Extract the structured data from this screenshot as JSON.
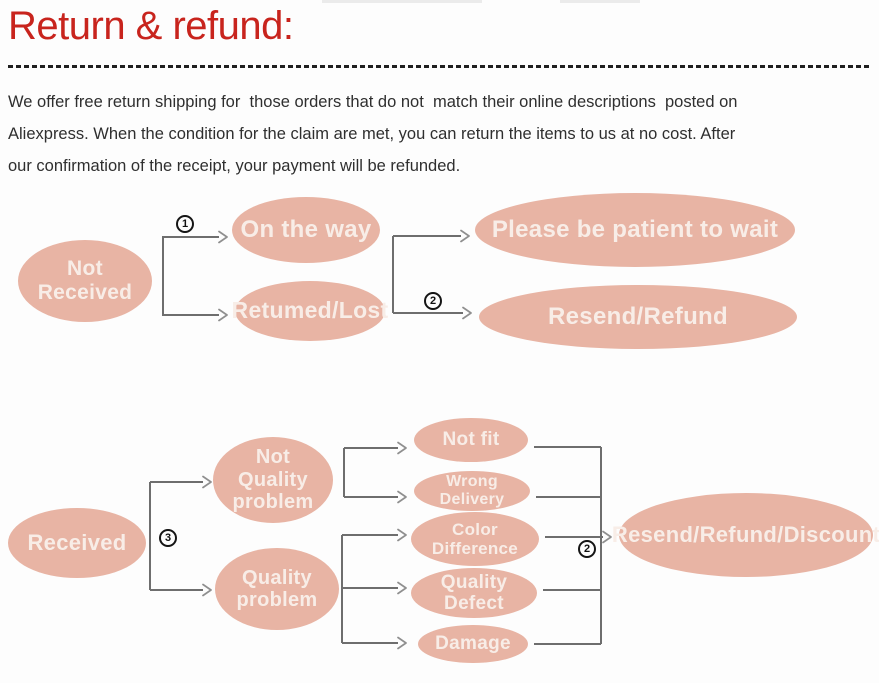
{
  "header": {
    "title": "Return & refund:"
  },
  "intro": {
    "lines": [
      "We offer free return shipping for  those orders that do not  match their online descriptions  posted on",
      "Aliexpress. When the condition for the claim are met, you can return the items to us at no cost. After",
      "our confirmation of the receipt, your payment will be refunded."
    ]
  },
  "colors": {
    "heading_red": "#c8241d",
    "ellipse_fill": "#e8b4a4",
    "ellipse_text": "#f8ede7",
    "connector_gray": "#6e6e6e",
    "body_text": "#2f2f2f"
  },
  "flowchart_not_received": {
    "nodes": [
      {
        "id": "not-received",
        "label": "Not Received"
      },
      {
        "id": "on-the-way",
        "label": "On the way"
      },
      {
        "id": "returned-lost",
        "label": "Retumed/Lost"
      },
      {
        "id": "please-be-patient",
        "label": "Please be patient to wait"
      },
      {
        "id": "resend-refund",
        "label": "Resend/Refund"
      }
    ],
    "steps": [
      {
        "id": "step-1",
        "label": "1"
      },
      {
        "id": "step-2",
        "label": "2"
      }
    ]
  },
  "flowchart_received": {
    "nodes": [
      {
        "id": "received",
        "label": "Received"
      },
      {
        "id": "not-quality-problem",
        "label": "Not\nQuality\nproblem"
      },
      {
        "id": "quality-problem",
        "label": "Quality\nproblem"
      },
      {
        "id": "not-fit",
        "label": "Not fit"
      },
      {
        "id": "wrong-delivery",
        "label": "Wrong Delivery"
      },
      {
        "id": "color-difference",
        "label": "Color Difference"
      },
      {
        "id": "quality-defect",
        "label": "Quality Defect"
      },
      {
        "id": "damage",
        "label": "Damage"
      },
      {
        "id": "resend-refund-discount",
        "label": "Resend/Refund/Discount"
      }
    ],
    "steps": [
      {
        "id": "step-3",
        "label": "3"
      },
      {
        "id": "step-2",
        "label": "2"
      }
    ]
  }
}
